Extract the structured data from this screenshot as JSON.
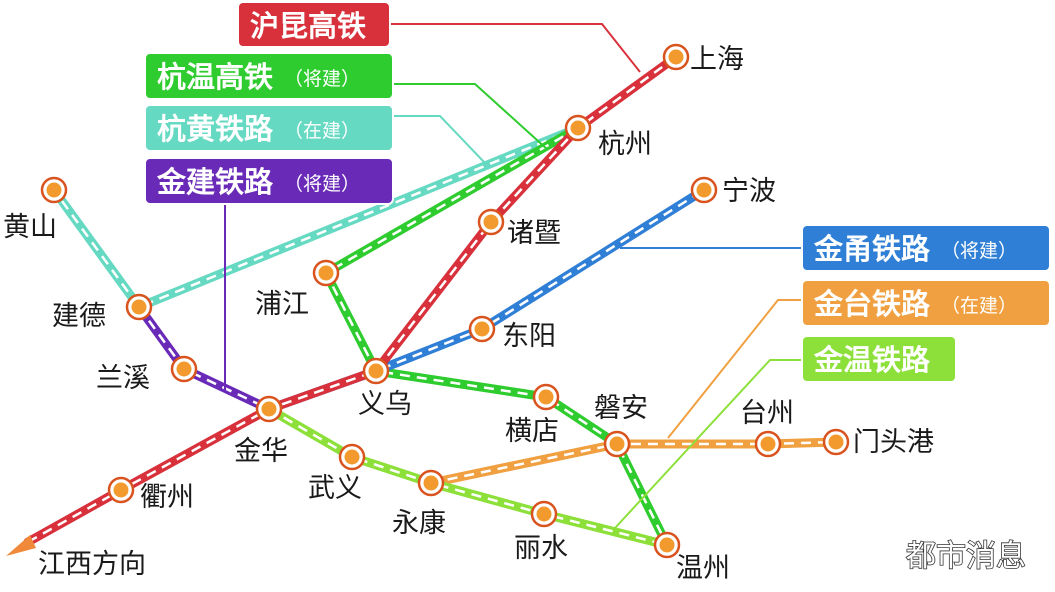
{
  "colors": {
    "hukun": "#d8313b",
    "hangwen": "#2ecc2e",
    "hanghuang": "#66d9c2",
    "jinjian": "#6a2ab8",
    "jinyong": "#2f7fd6",
    "jintai": "#f0a040",
    "jinwen": "#8de03a",
    "station_fill": "#f29a2e",
    "station_ring": "#d9531e"
  },
  "legend": {
    "hukun": {
      "name": "沪昆高铁",
      "status": ""
    },
    "hangwen": {
      "name": "杭温高铁",
      "status": "（将建）"
    },
    "hanghuang": {
      "name": "杭黄铁路",
      "status": "（在建）"
    },
    "jinjian": {
      "name": "金建铁路",
      "status": "（将建）"
    },
    "jinyong": {
      "name": "金甬铁路",
      "status": "（将建）"
    },
    "jintai": {
      "name": "金台铁路",
      "status": "（在建）"
    },
    "jinwen": {
      "name": "金温铁路",
      "status": ""
    }
  },
  "cities": {
    "shanghai": "上海",
    "hangzhou": "杭州",
    "ningbo": "宁波",
    "huangshan": "黄山",
    "zhuji": "诸暨",
    "pujiang": "浦江",
    "jiande": "建德",
    "dongyang": "东阳",
    "lanxi": "兰溪",
    "yiwu": "义乌",
    "jinhua": "金华",
    "hengdian": "横店",
    "panan": "磐安",
    "taizhou": "台州",
    "mentougang": "门头港",
    "wuyi": "武义",
    "quzhou": "衢州",
    "yongkang": "永康",
    "lishui": "丽水",
    "wenzhou": "温州",
    "jiangxi": "江西方向"
  },
  "watermark": "都市消息"
}
